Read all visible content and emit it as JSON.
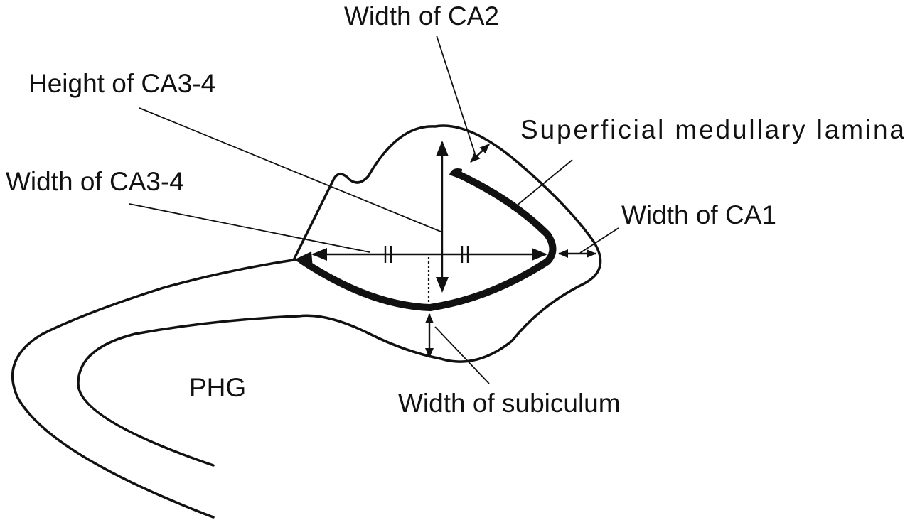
{
  "labels": {
    "width_ca2": "Width of CA2",
    "height_ca34": "Height of CA3-4",
    "superficial_medullary_lamina": "Superficial medullary lamina",
    "width_ca34": "Width of CA3-4",
    "width_ca1": "Width of CA1",
    "phg": "PHG",
    "width_subiculum": "Width of subiculum"
  },
  "colors": {
    "ink": "#111111",
    "background": "#ffffff"
  }
}
